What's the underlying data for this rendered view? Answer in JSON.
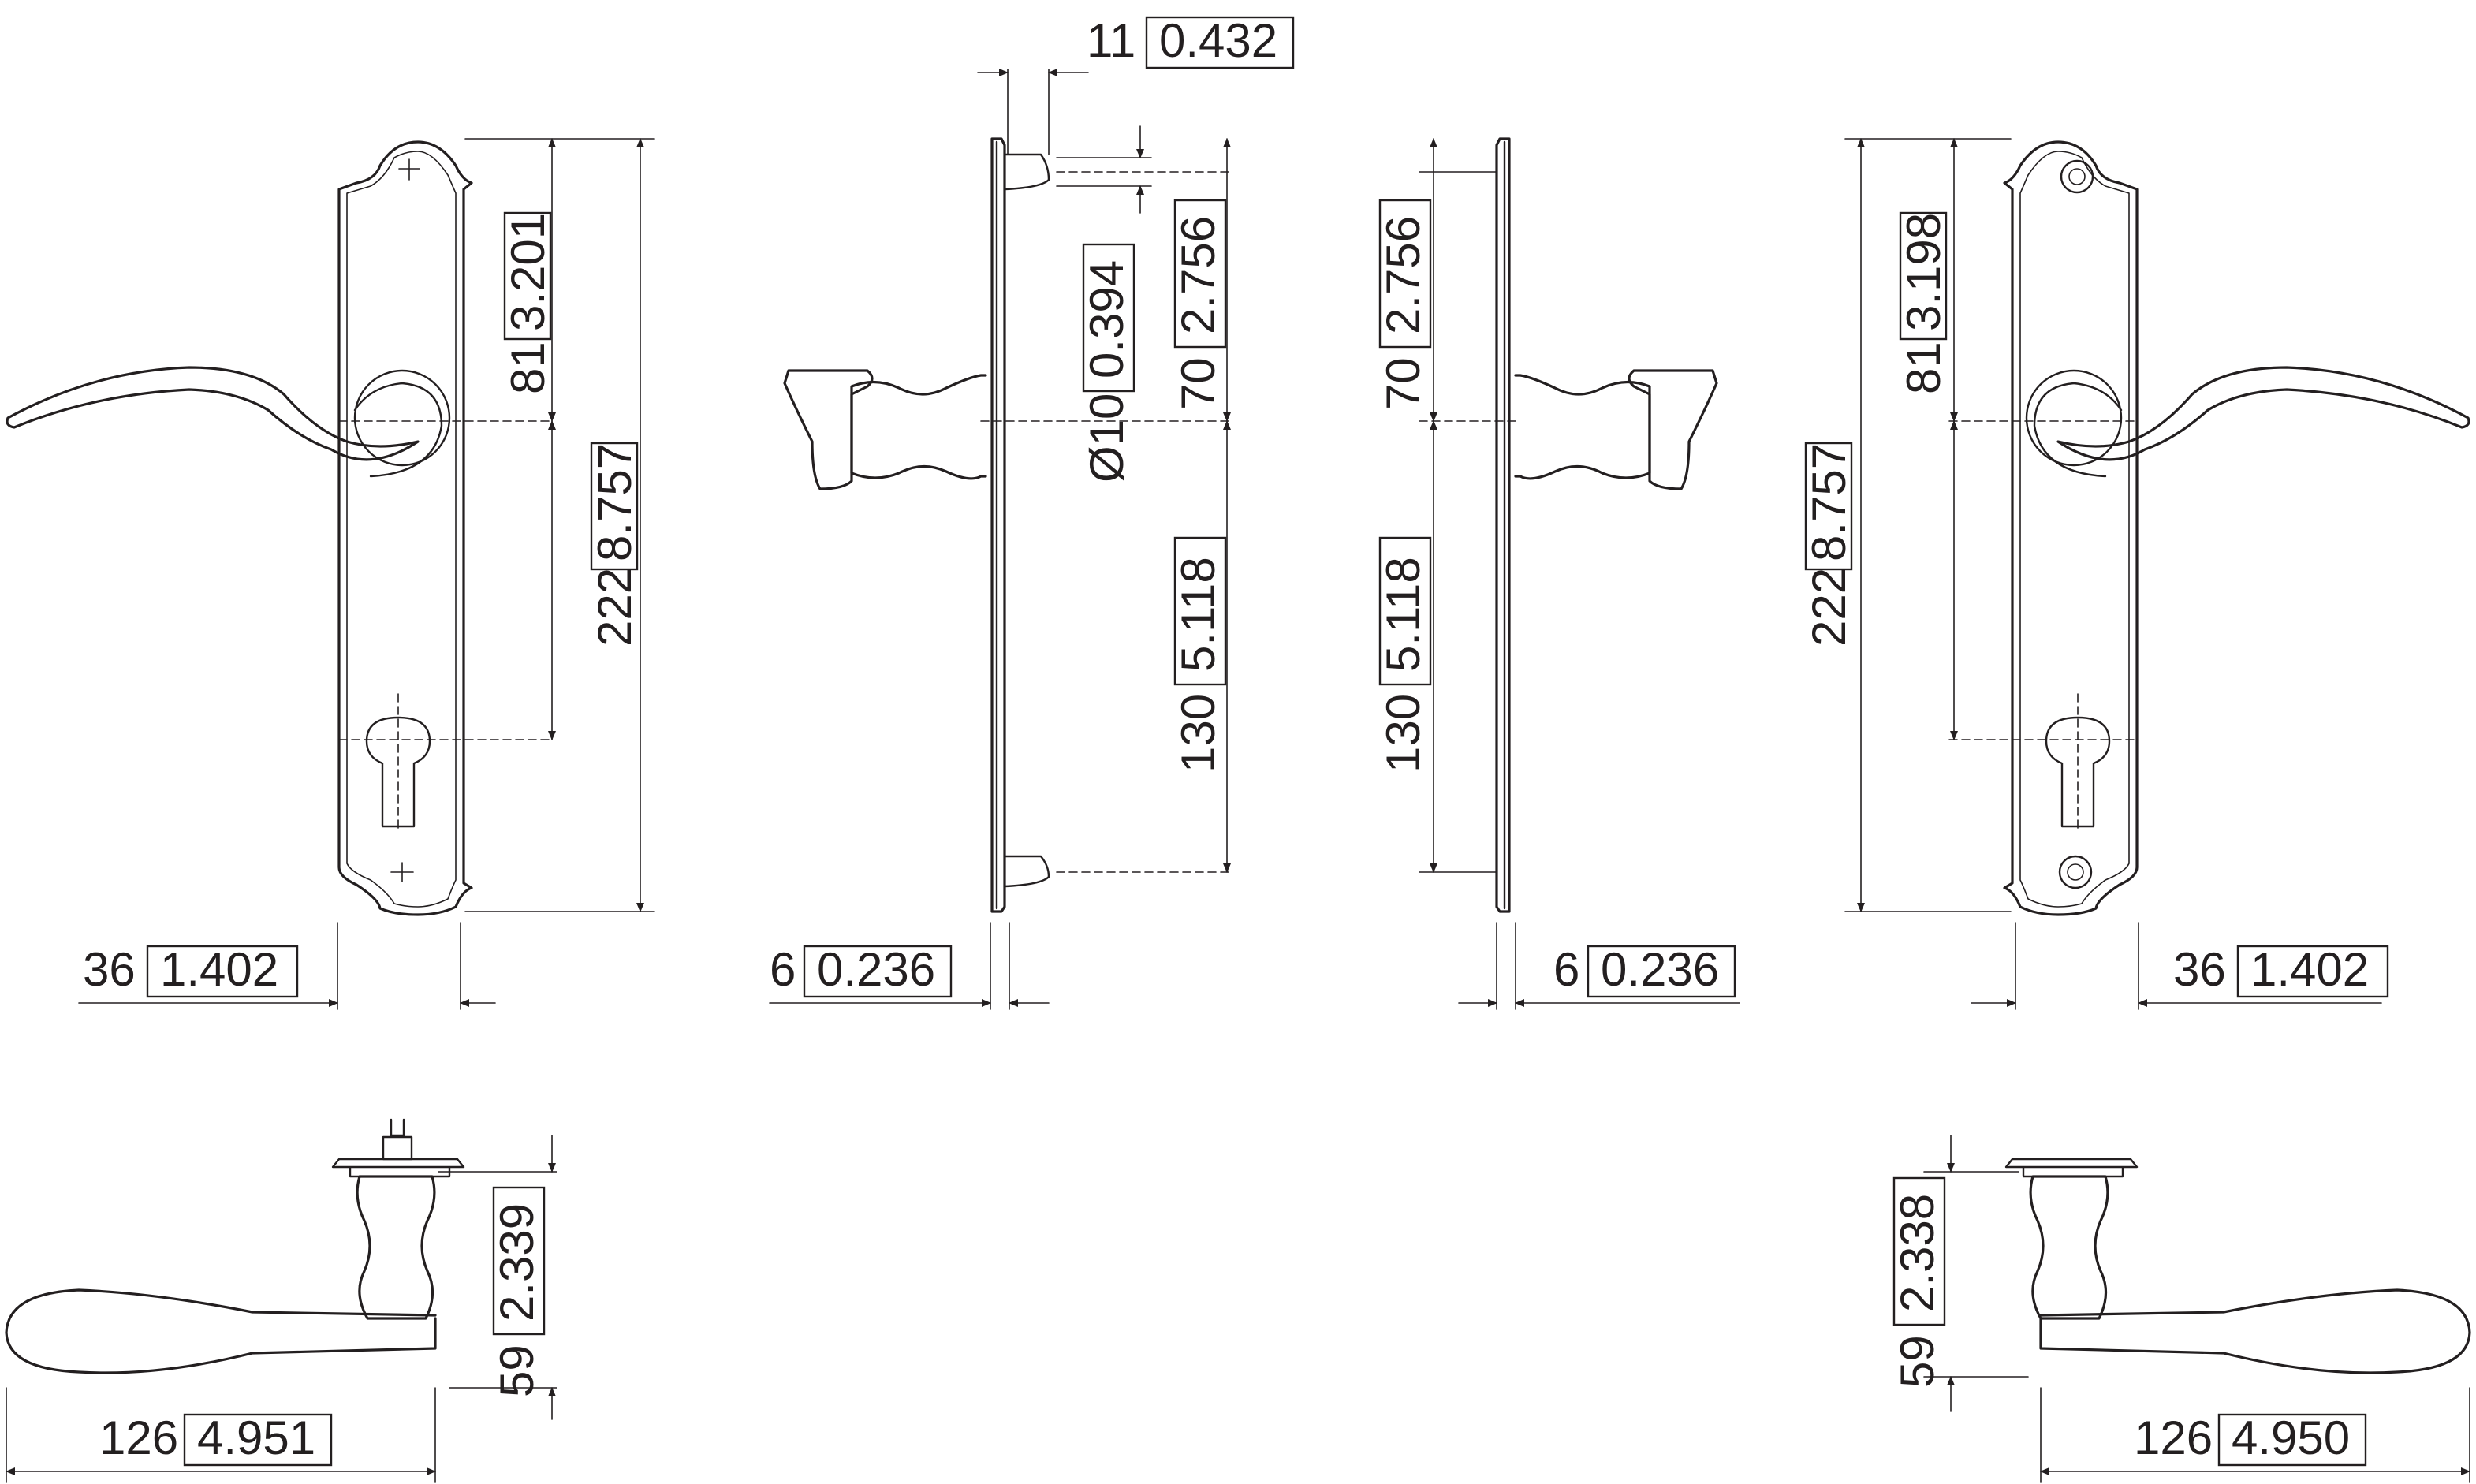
{
  "drawing": {
    "front_left": {
      "width": {
        "mm": "36",
        "inch": "1.402"
      },
      "spindle_to_cyl": {
        "mm": "81",
        "inch": "3.201"
      },
      "plate_height": {
        "mm": "222",
        "inch": "8.757"
      }
    },
    "side_left": {
      "screw_offset": {
        "mm": "11",
        "inch": "0.432"
      },
      "spindle_dia": {
        "mm": "Ø10",
        "inch": "0.394"
      },
      "upper_fix": {
        "mm": "70",
        "inch": "2.756"
      },
      "lower_fix": {
        "mm": "130",
        "inch": "5.118"
      },
      "plate_thick": {
        "mm": "6",
        "inch": "0.236"
      }
    },
    "side_right": {
      "upper_fix": {
        "mm": "70",
        "inch": "2.756"
      },
      "lower_fix": {
        "mm": "130",
        "inch": "5.118"
      },
      "plate_thick": {
        "mm": "6",
        "inch": "0.236"
      }
    },
    "front_right": {
      "width": {
        "mm": "36",
        "inch": "1.402"
      },
      "spindle_to_cyl": {
        "mm": "81",
        "inch": "3.198"
      },
      "plate_height": {
        "mm": "222",
        "inch": "8.757"
      }
    },
    "top_left": {
      "projection": {
        "mm": "59",
        "inch": "2.339"
      },
      "lever_length": {
        "mm": "126",
        "inch": "4.951"
      }
    },
    "top_right": {
      "projection": {
        "mm": "59",
        "inch": "2.338"
      },
      "lever_length": {
        "mm": "126",
        "inch": "4.950"
      }
    }
  }
}
